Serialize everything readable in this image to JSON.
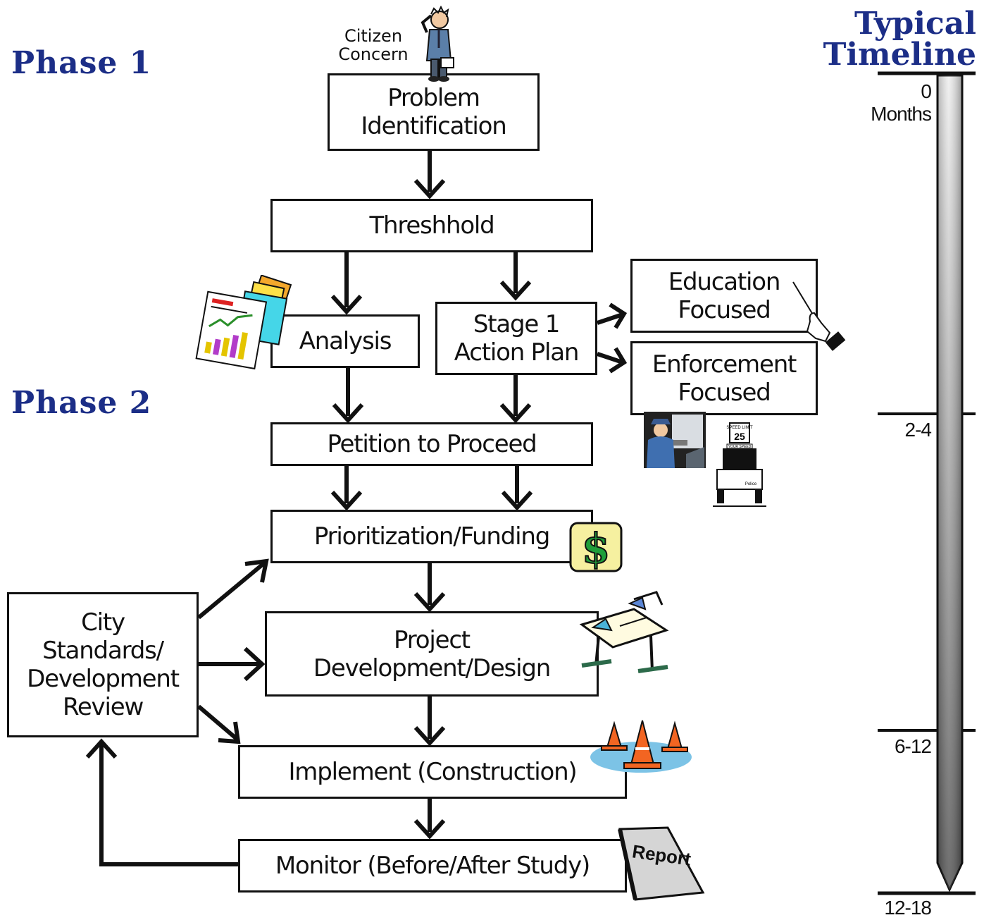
{
  "phases": {
    "phase1": "Phase 1",
    "phase2": "Phase 2"
  },
  "timeline": {
    "title_line1": "Typical",
    "title_line2": "Timeline",
    "ticks": [
      {
        "value": "0",
        "unit": "Months"
      },
      {
        "value": "2-4"
      },
      {
        "value": "6-12"
      },
      {
        "value": "12-18"
      }
    ]
  },
  "citizen": {
    "line1": "Citizen",
    "line2": "Concern"
  },
  "steps": {
    "problem": [
      "Problem",
      "Identification"
    ],
    "threshhold": "Threshhold",
    "analysis": "Analysis",
    "stage1": [
      "Stage 1",
      "Action Plan"
    ],
    "education": [
      "Education",
      "Focused"
    ],
    "enforcement": [
      "Enforcement",
      "Focused"
    ],
    "petition": "Petition to Proceed",
    "prioritization": "Prioritization/Funding",
    "project": [
      "Project",
      "Development/Design"
    ],
    "implement": "Implement (Construction)",
    "monitor": "Monitor (Before/After Study)",
    "city": [
      "City",
      "Standards/",
      "Development",
      "Review"
    ]
  },
  "clipart": {
    "report_label": "Report",
    "speed_sign_top": "SPEED LIMIT",
    "speed_sign_value": "25",
    "speed_sign_bottom": "YOUR SPEED",
    "trailer_label": "Police"
  },
  "colors": {
    "phase_blue": "#1c2e87",
    "line": "#111111"
  }
}
